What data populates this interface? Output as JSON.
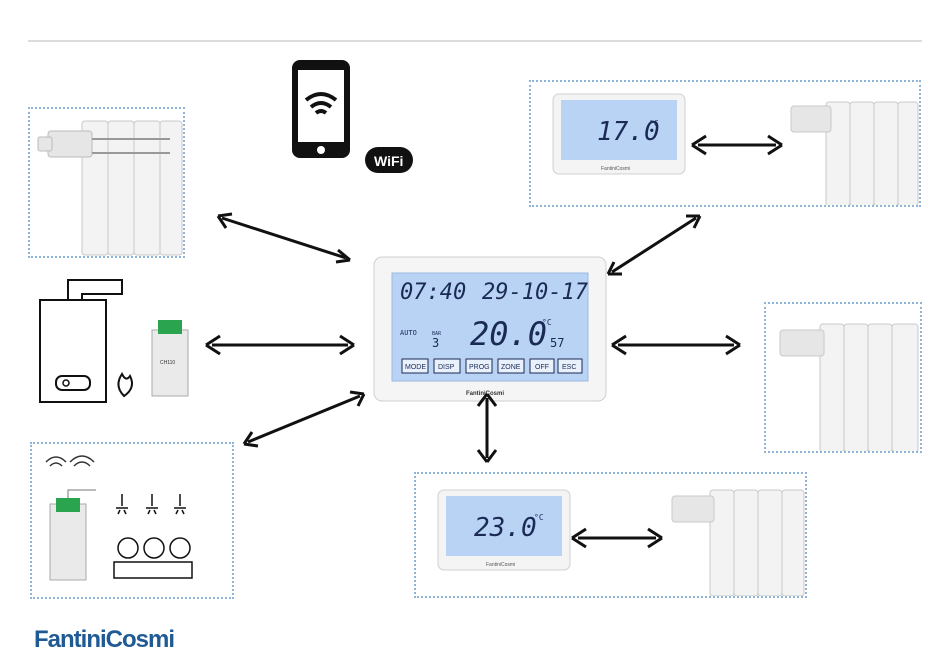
{
  "main_thermostat": {
    "time": "07:40",
    "date": "29-10-17",
    "temperature": "20.0",
    "unit": "°C",
    "humidity": "57",
    "zone_number": "3",
    "mode_label": "AUTO",
    "zone_tag": "BAR",
    "brand": "FantiniCosmi",
    "buttons": [
      "MODE",
      "DISP",
      "PROG",
      "ZONE",
      "OFF",
      "ESC"
    ]
  },
  "remote_thermostat_top": {
    "temperature": "17.0",
    "unit": "°C",
    "brand": "FantiniCosmi"
  },
  "remote_thermostat_bottom": {
    "temperature": "23.0",
    "unit": "°C",
    "brand": "FantiniCosmi"
  },
  "module": {
    "label": "CH110"
  },
  "wifi_badge": "WiFi",
  "footer_logo": "FantiniCosmi",
  "colors": {
    "accent_blue": "#1f5a95",
    "lcd_blue": "#b9d3f5",
    "dotted_border": "#8fb4d9"
  }
}
